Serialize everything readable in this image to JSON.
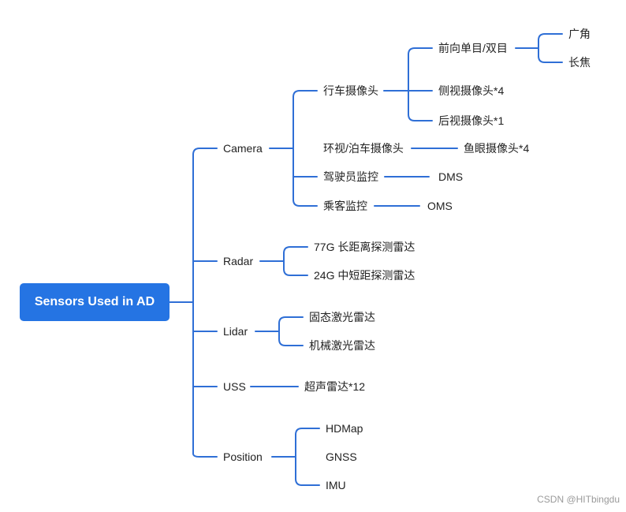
{
  "root": "Sensors Used in AD",
  "watermark": "CSDN @HITbingdu",
  "colors": {
    "accent": "#2574e3",
    "line": "#2f6fd6",
    "text": "#222222"
  },
  "tree": {
    "camera": {
      "label": "Camera",
      "driving": {
        "label": "行车摄像头",
        "front": {
          "label": "前向单目/双目",
          "wide": "广角",
          "tele": "长焦"
        },
        "side": "侧视摄像头*4",
        "rear": "后视摄像头*1"
      },
      "surround": {
        "label": "环视/泊车摄像头",
        "fisheye": "鱼眼摄像头*4"
      },
      "driver": {
        "label": "驾驶员监控",
        "dms": "DMS"
      },
      "occupant": {
        "label": "乘客监控",
        "oms": "OMS"
      }
    },
    "radar": {
      "label": "Radar",
      "long": "77G 长距离探测雷达",
      "mid": "24G 中短距探测雷达"
    },
    "lidar": {
      "label": "Lidar",
      "solid": "固态激光雷达",
      "mech": "机械激光雷达"
    },
    "uss": {
      "label": "USS",
      "ultra": "超声雷达*12"
    },
    "position": {
      "label": "Position",
      "hdmap": "HDMap",
      "gnss": "GNSS",
      "imu": "IMU"
    }
  }
}
